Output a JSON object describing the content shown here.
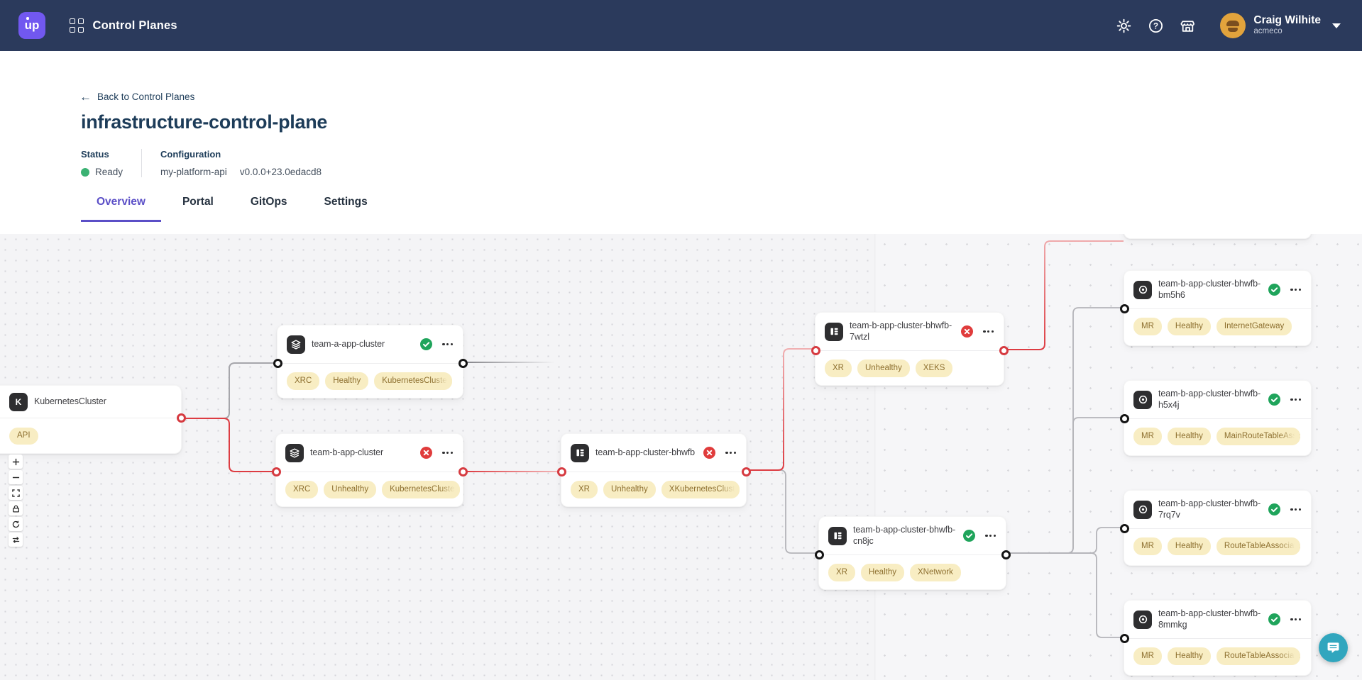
{
  "navbar": {
    "logo_text": "up",
    "app_title": "Control Planes",
    "user_name": "Craig Wilhite",
    "user_org": "acmeco",
    "icons": {
      "apps": "grid-icon",
      "settings": "gear-icon",
      "help": "help-circle-icon",
      "marketplace": "storefront-icon",
      "user_menu": "chevron-down-icon"
    }
  },
  "page": {
    "back_link": "Back to Control Planes",
    "title": "infrastructure-control-plane",
    "status": {
      "label": "Status",
      "value": "Ready"
    },
    "configuration": {
      "label": "Configuration",
      "name": "my-platform-api",
      "version": "v0.0.0+23.0edacd8"
    },
    "tabs": [
      {
        "label": "Overview",
        "active": true
      },
      {
        "label": "Portal",
        "active": false
      },
      {
        "label": "GitOps",
        "active": false
      },
      {
        "label": "Settings",
        "active": false
      }
    ]
  },
  "graph": {
    "nodes": [
      {
        "label": "KubernetesCluster",
        "icon": "kubernetes-cluster-icon",
        "status": "none",
        "badges": [
          "API"
        ]
      },
      {
        "label": "team-a-app-cluster",
        "icon": "layers-icon",
        "status": "healthy",
        "badges": [
          "XRC",
          "Healthy",
          "KubernetesCluster"
        ]
      },
      {
        "label": "team-b-app-cluster",
        "icon": "layers-icon",
        "status": "unhealthy",
        "badges": [
          "XRC",
          "Unhealthy",
          "KubernetesCluster"
        ]
      },
      {
        "label": "team-b-app-cluster-bhwfb",
        "icon": "composed-resource-icon",
        "status": "unhealthy",
        "badges": [
          "XR",
          "Unhealthy",
          "XKubernetesCluster"
        ]
      },
      {
        "label": "team-b-app-cluster-bhwfb-7wtzl",
        "icon": "composed-resource-icon",
        "status": "unhealthy",
        "badges": [
          "XR",
          "Unhealthy",
          "XEKS"
        ]
      },
      {
        "label": "team-b-app-cluster-bhwfb-cn8jc",
        "icon": "composed-resource-icon",
        "status": "healthy",
        "badges": [
          "XR",
          "Healthy",
          "XNetwork"
        ]
      },
      {
        "label": "team-b-app-cluster-bhwfb-bm5h6",
        "icon": "managed-resource-icon",
        "status": "healthy",
        "badges": [
          "MR",
          "Healthy",
          "InternetGateway"
        ]
      },
      {
        "label": "team-b-app-cluster-bhwfb-h5x4j",
        "icon": "managed-resource-icon",
        "status": "healthy",
        "badges": [
          "MR",
          "Healthy",
          "MainRouteTableAssociation"
        ]
      },
      {
        "label": "team-b-app-cluster-bhwfb-7rq7v",
        "icon": "managed-resource-icon",
        "status": "healthy",
        "badges": [
          "MR",
          "Healthy",
          "RouteTableAssociation"
        ]
      },
      {
        "label": "team-b-app-cluster-bhwfb-8mmkg",
        "icon": "managed-resource-icon",
        "status": "healthy",
        "badges": [
          "MR",
          "Healthy",
          "RouteTableAssociation"
        ]
      }
    ]
  },
  "colors": {
    "navbar_bg": "#2B3A5C",
    "logo_purple": "#7158F0",
    "tab_active_purple": "#5B4FC7",
    "heading_navy": "#1D3C59",
    "ready_green": "#3BB273",
    "healthy_green": "#1FA45B",
    "unhealthy_red": "#E03C3C",
    "edge_red": "#DD3C42",
    "edge_gray": "#B4B4B9",
    "badge_bg": "#F8EDC3",
    "badge_text": "#8D6F2F",
    "canvas_bg": "#F4F4F6",
    "chat_teal": "#31A6BE"
  }
}
